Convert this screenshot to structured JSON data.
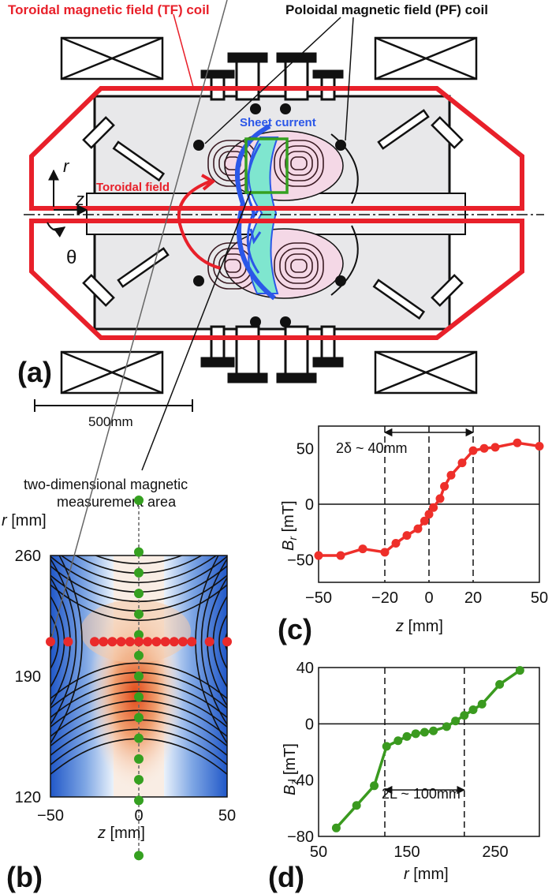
{
  "labels": {
    "tf_coil": "Toroidal magnetic field (TF) coil",
    "pf_coil": "Poloidal magnetic field (PF) coil",
    "sheet_current": "Sheet current",
    "toroidal_field": "Toroidal field",
    "axis_r": "r",
    "axis_z": "z",
    "axis_theta": "θ",
    "panel_a": "(a)",
    "scale_bar": "500mm",
    "measurement_area_line1": "two-dimensional magnetic",
    "measurement_area_line2": "measurement area",
    "panel_b": "(b)",
    "panel_c": "(c)",
    "panel_d": "(d)"
  },
  "colors": {
    "tf_coil": "#e8202a",
    "sheet_current": "#2b57e8",
    "br_series": "#ee2f2a",
    "bz_series": "#3a9a1f",
    "green_points": "#35a020",
    "red_points": "#ea2a2a",
    "chamber_fill": "#e8e8ea",
    "plasma_fill": "#f4d8e6",
    "sheet_fill": "#7fe6cf"
  },
  "chart_data": [
    {
      "id": "b",
      "type": "heatmap",
      "xlabel": "z [mm]",
      "ylabel": "r [mm]",
      "xlim": [
        -50,
        50
      ],
      "ylim": [
        120,
        260
      ],
      "x_ticks": [
        "−50",
        "0",
        "50"
      ],
      "y_ticks": [
        "260",
        "190",
        "120"
      ],
      "red_probe_z": [
        -50,
        -40,
        -25,
        -20,
        -15,
        -10,
        -5,
        0,
        5,
        10,
        15,
        20,
        25,
        30,
        40,
        50
      ],
      "red_probe_r": 210,
      "green_probe_r": [
        292,
        262,
        250,
        238,
        226,
        214,
        210,
        202,
        190,
        178,
        166,
        154,
        142,
        130,
        118,
        86
      ],
      "green_probe_z": 0
    },
    {
      "id": "c",
      "type": "line",
      "xlabel": "z [mm]",
      "ylabel": "Br [mT]",
      "xlim": [
        -50,
        50
      ],
      "ylim": [
        -70,
        70
      ],
      "x_ticks": [
        "−50",
        "−20",
        "0",
        "20",
        "50"
      ],
      "y_ticks": [
        "50",
        "0",
        "−50"
      ],
      "vlines": [
        -20,
        0,
        20
      ],
      "annotation": "2δ ~ 40mm",
      "series": [
        {
          "x": [
            -50,
            -40,
            -30,
            -20,
            -15,
            -10,
            -5,
            -2,
            0,
            2,
            5,
            7,
            10,
            15,
            20,
            25,
            30,
            40,
            50
          ],
          "values": [
            -46,
            -46,
            -40,
            -43,
            -35,
            -28,
            -22,
            -15,
            -9,
            -3,
            5,
            16,
            26,
            37,
            48,
            50,
            51,
            55,
            52
          ]
        }
      ]
    },
    {
      "id": "d",
      "type": "line",
      "xlabel": "r [mm]",
      "ylabel": "Bz [mT]",
      "xlim": [
        50,
        300
      ],
      "ylim": [
        -80,
        40
      ],
      "x_ticks": [
        "50",
        "150",
        "250"
      ],
      "y_ticks": [
        "40",
        "0",
        "−40",
        "−80"
      ],
      "vlines": [
        125,
        215
      ],
      "annotation": "2L ~ 100mm",
      "series": [
        {
          "x": [
            70,
            93,
            113,
            127,
            140,
            150,
            160,
            170,
            180,
            195,
            205,
            215,
            225,
            235,
            255,
            278
          ],
          "values": [
            -74,
            -58,
            -44,
            -16,
            -12,
            -9,
            -7,
            -6,
            -5,
            -2,
            2,
            6,
            10,
            14,
            28,
            38
          ]
        }
      ]
    }
  ]
}
